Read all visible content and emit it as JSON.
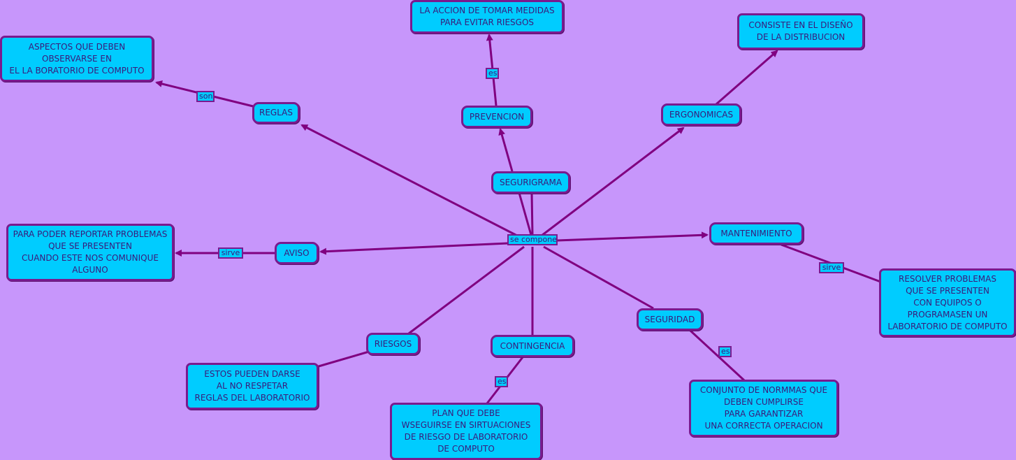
{
  "colors": {
    "background": "#c796fb",
    "node_fill": "#00ccff",
    "node_border": "#7a1a8f",
    "edge": "#800080"
  },
  "center_label": "se compone",
  "nodes": {
    "segurigrama": "SEGURIGRAMA",
    "reglas": "REGLAS",
    "prevencion": "PREVENCION",
    "ergonomicas": "ERGONOMICAS",
    "mantenimiento": "MANTENIMIENTO",
    "aviso": "AVISO",
    "riesgos": "RIESGOS",
    "contingencia": "CONTINGENCIA",
    "seguridad": "SEGURIDAD",
    "aspectos": "ASPECTOS QUE DEBEN\nOBSERVARSE EN\nEL LA BORATORIO DE COMPUTO",
    "accion": "LA ACCION DE TOMAR MEDIDAS\nPARA EVITAR RIESGOS",
    "diseno": "CONSISTE EN EL DISEÑO\nDE LA DISTRIBUCION",
    "reportar": "PARA PODER REPORTAR PROBLEMAS\nQUE SE PRESENTEN\nCUANDO ESTE NOS COMUNIQUE\nALGUNO",
    "resolver": "RESOLVER PROBLEMAS\nQUE SE PRESENTEN\nCON EQUIPOS O\nPROGRAMASEN UN\nLABORATORIO DE COMPUTO",
    "estos": "ESTOS PUEDEN DARSE\nAL NO RESPETAR\nREGLAS DEL LABORATORIO",
    "plan": "PLAN QUE DEBE\nWSEGUIRSE EN SIRTUACIONES\nDE RIESGO DE LABORATORIO\nDE COMPUTO",
    "conjunto": "CONJUNTO DE NORMMAS QUE\nDEBEN CUMPLIRSE\nPARA GARANTIZAR\nUNA CORRECTA OPERACION"
  },
  "link_labels": {
    "son": "son",
    "es_prevencion": "es",
    "sirve_aviso": "sirve",
    "sirve_mantenimiento": "sirve",
    "es_contingencia": "es",
    "es_seguridad": "es"
  }
}
